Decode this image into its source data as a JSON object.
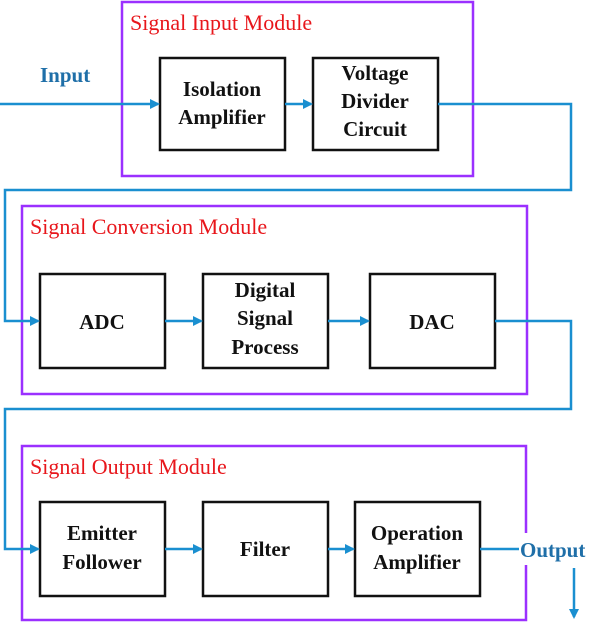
{
  "diagram": {
    "labels": {
      "input": "Input",
      "output": "Output"
    },
    "modules": [
      {
        "title": "Signal Input Module",
        "blocks": [
          {
            "lines": [
              "Isolation",
              "Amplifier"
            ]
          },
          {
            "lines": [
              "Voltage",
              "Divider",
              "Circuit"
            ]
          }
        ]
      },
      {
        "title": "Signal Conversion Module",
        "blocks": [
          {
            "lines": [
              "ADC"
            ]
          },
          {
            "lines": [
              "Digital",
              "Signal",
              "Process"
            ]
          },
          {
            "lines": [
              "DAC"
            ]
          }
        ]
      },
      {
        "title": "Signal Output Module",
        "blocks": [
          {
            "lines": [
              "Emitter",
              "Follower"
            ]
          },
          {
            "lines": [
              "Filter"
            ]
          },
          {
            "lines": [
              "Operation",
              "Amplifier"
            ]
          }
        ]
      }
    ],
    "colors": {
      "module_border": "#9b30ff",
      "module_title": "#e8161b",
      "wire": "#1a8fd0",
      "io_label": "#1f6fa8",
      "block_border": "#111111"
    }
  }
}
